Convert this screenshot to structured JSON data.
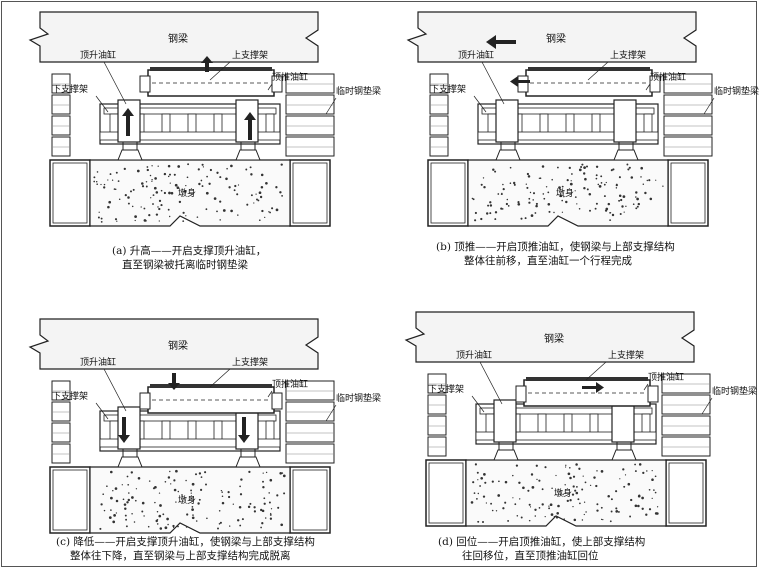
{
  "panels": [
    {
      "id": "a",
      "labels": {
        "beam": "钢梁",
        "lift_jack": "顶升油缸",
        "upper_frame": "上支撑架",
        "push_jack": "顶推油缸",
        "lower_frame": "下支撑架",
        "temp_beam": "临时钢垫梁",
        "pier": "墩身"
      },
      "caption": [
        "(a) 升高——开启支撑顶升油缸，",
        "直至钢梁被托离临时钢垫梁"
      ]
    },
    {
      "id": "b",
      "labels": {
        "beam": "钢梁",
        "lift_jack": "顶升油缸",
        "upper_frame": "上支撑架",
        "push_jack": "顶推油缸",
        "lower_frame": "下支撑架",
        "temp_beam": "临时钢垫梁",
        "pier": "墩身"
      },
      "caption": [
        "(b) 顶推——开启顶推油缸，使钢梁与上部支撑结构",
        "整体往前移，直至油缸一个行程完成"
      ]
    },
    {
      "id": "c",
      "labels": {
        "beam": "钢梁",
        "lift_jack": "顶升油缸",
        "upper_frame": "上支撑架",
        "push_jack": "顶推油缸",
        "lower_frame": "下支撑架",
        "temp_beam": "临时钢垫梁",
        "pier": "墩身"
      },
      "caption": [
        "(c) 降低——开启支撑顶升油缸，使钢梁与上部支撑结构",
        "整体往下降，直至钢梁与上部支撑结构完成脱离"
      ]
    },
    {
      "id": "d",
      "labels": {
        "beam": "钢梁",
        "lift_jack": "顶升油缸",
        "upper_frame": "上支撑架",
        "push_jack": "顶推油缸",
        "lower_frame": "下支撑架",
        "temp_beam": "临时钢垫梁",
        "pier": "墩身"
      },
      "caption": [
        "(d) 回位——开启顶推油缸，使上部支撑结构",
        "往回移位，直至顶推油缸回位"
      ]
    }
  ]
}
